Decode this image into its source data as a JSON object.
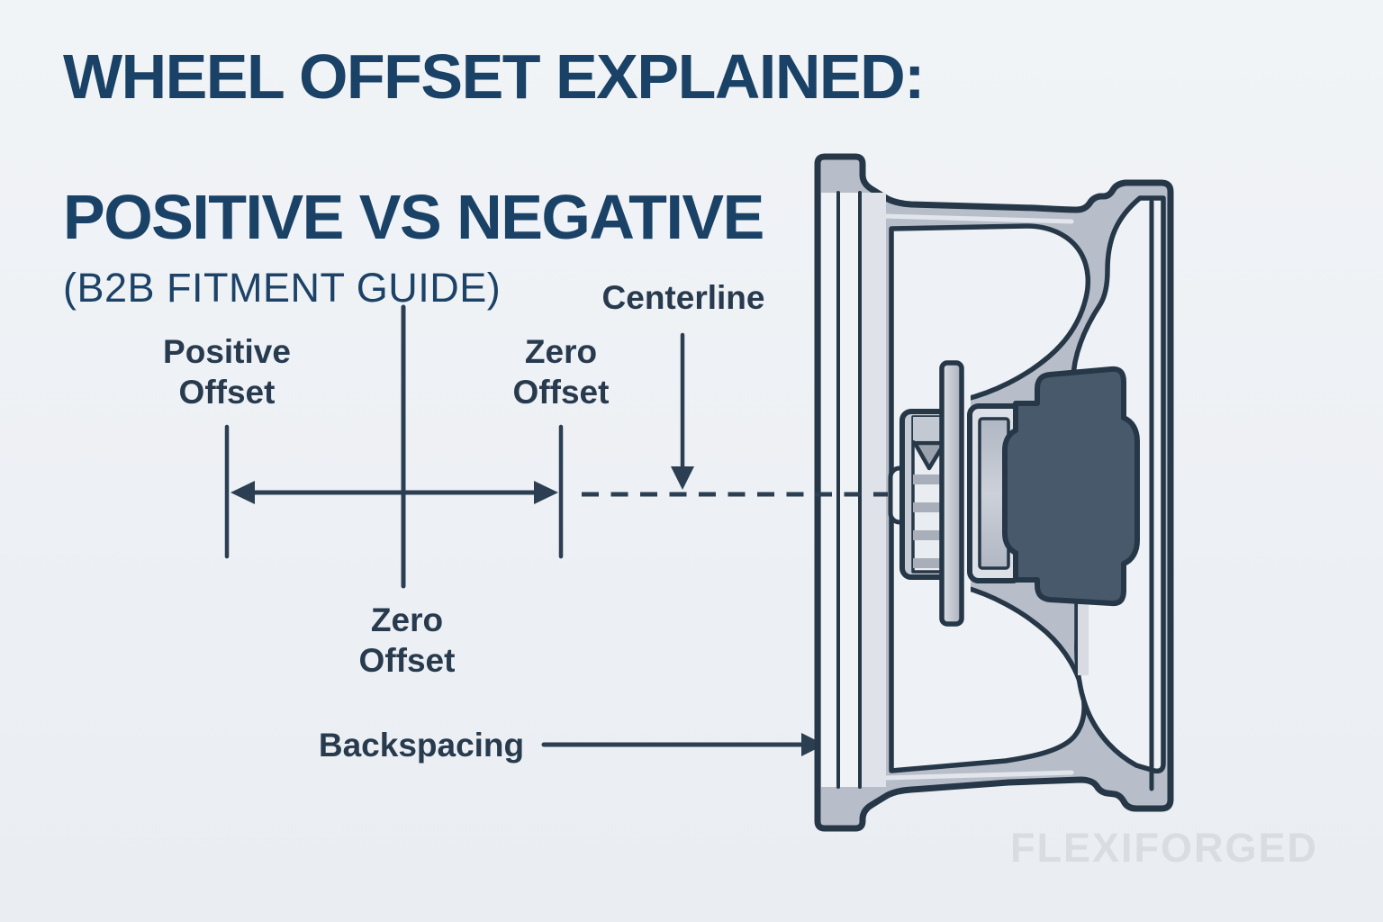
{
  "page": {
    "background": "#edf0f4",
    "watermark": "FLEXIFORGED"
  },
  "header": {
    "title_line1": "WHEEL OFFSET EXPLAINED:",
    "title_line2": "POSITIVE VS NEGATIVE",
    "subtitle": "(B2B FITMENT GUIDE)",
    "title_color": "#1a4166"
  },
  "labels": {
    "positive_offset": "Positive\nOffset",
    "zero_offset_top": "Zero\nOffset",
    "zero_offset_bottom": "Zero\nOffset",
    "centerline": "Centerline",
    "backspacing": "Backspacing"
  },
  "diagram": {
    "line_color": "#2b3e52",
    "label_color": "#273a4e",
    "wheel_outline_color": "#263748",
    "wheel_fill": "#b7bec9",
    "wheel_highlight": "#eef1f5",
    "hub_stripe_color": "#a8afbb",
    "caliper_fill": "#48596b",
    "elements": [
      "positive-offset-tick",
      "zero-offset-tick",
      "zero-offset-reference-line",
      "offset-range-double-arrow",
      "centerline-dashed-line",
      "centerline-arrow",
      "backspacing-arrow",
      "wheel-cross-section"
    ]
  }
}
